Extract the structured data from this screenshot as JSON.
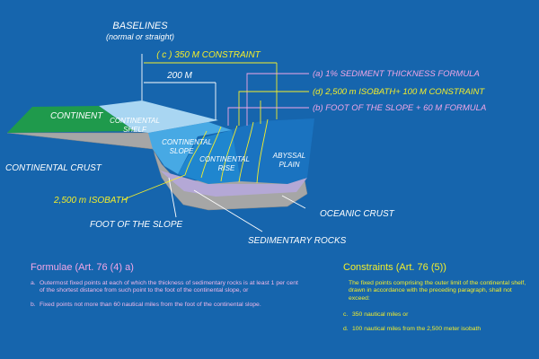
{
  "diagram": {
    "labels": {
      "baselines_title": "BASELINES",
      "baselines_sub": "(normal or straight)",
      "constraint_350": "( c ) 350 M CONSTRAINT",
      "dist_200": "200 M",
      "sediment_formula": "(a) 1% SEDIMENT THICKNESS FORMULA",
      "isobath_constraint": "(d) 2,500 m ISOBATH+ 100 M CONSTRAINT",
      "foot_formula": "(b) FOOT OF THE SLOPE + 60 M FORMULA",
      "continent": "CONTINENT",
      "shelf_1": "CONTINENTAL",
      "shelf_2": "SHELF",
      "slope_1": "CONTINENTAL",
      "slope_2": "SLOPE",
      "rise_1": "CONTINENTAL",
      "rise_2": "RISE",
      "abyssal_1": "ABYSSAL",
      "abyssal_2": "PLAIN",
      "continental_crust": "CONTINENTAL CRUST",
      "isobath_2500": "2,500 m ISOBATH",
      "foot_of_slope": "FOOT OF THE SLOPE",
      "oceanic_crust": "OCEANIC CRUST",
      "sedimentary_rocks": "SEDIMENTARY ROCKS"
    }
  },
  "formulae": {
    "title": "Formulae (Art. 76 (4) a)",
    "items": [
      {
        "marker": "a.",
        "text": "Outermost fixed points at each of which the thickness of sedimentary rocks is at least 1 per cent of the shortest distance from such point to the foot of the continental slope, or"
      },
      {
        "marker": "b.",
        "text": "Fixed points not more than 60 nautical miles from the foot of the continental slope."
      }
    ]
  },
  "constraints": {
    "title": "Constraints (Art. 76 (5))",
    "intro": "The fixed points comprising the outer limit of the continental shelf, drawn in accordance with the preceding paragraph, shall not exceed:",
    "items": [
      {
        "marker": "c.",
        "text": "350 nautical miles or"
      },
      {
        "marker": "d.",
        "text": "100 nautical miles from the 2,500 meter isobath"
      }
    ]
  },
  "colors": {
    "background": "#1665ad",
    "continent": "#1f9a4c",
    "shelf": "#a9d6f2",
    "slope": "#47a9e4",
    "rise": "#1f86cf",
    "crust": "#a6a6a6",
    "sediment": "#b4a8d6",
    "pink": "#f2a6e6",
    "yellow": "#f4ee2a"
  }
}
